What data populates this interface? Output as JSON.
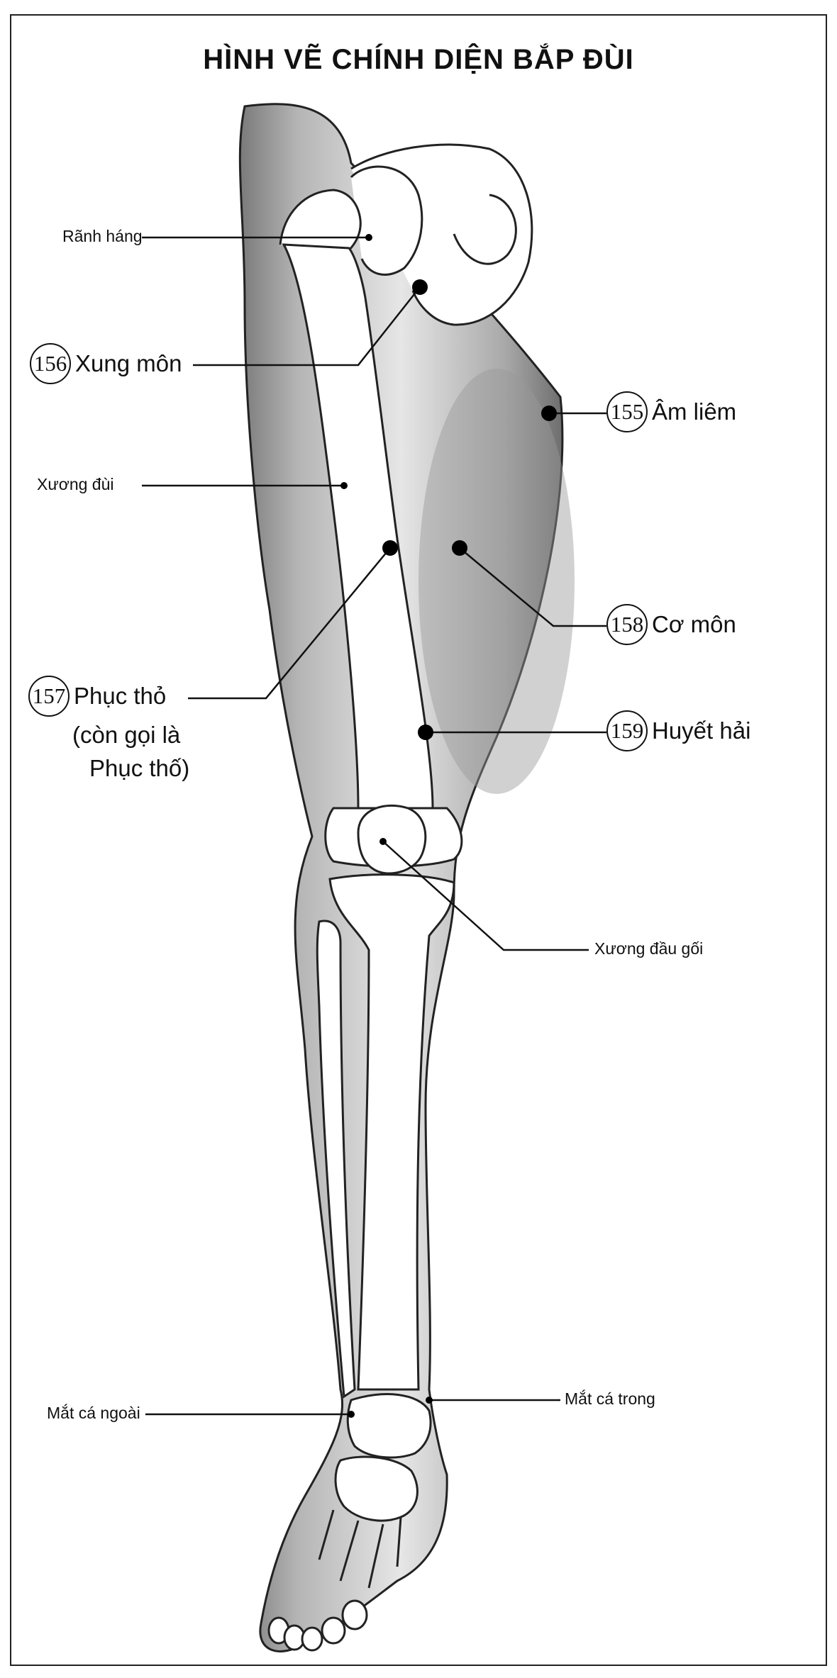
{
  "title": "HÌNH VẼ CHÍNH DIỆN BẮP ĐÙI",
  "labels": {
    "ranh_hang": "Rãnh háng",
    "xuong_dui": "Xương đùi",
    "xuong_dau_goi": "Xương đầu gối",
    "mat_ca_ngoai": "Mắt cá ngoài",
    "mat_ca_trong": "Mắt cá trong"
  },
  "points": {
    "p155": {
      "number": "155",
      "name": "Âm liêm"
    },
    "p156": {
      "number": "156",
      "name": "Xung môn"
    },
    "p157": {
      "number": "157",
      "name": "Phục thỏ",
      "note_line1": "(còn gọi là",
      "note_line2": "Phục thố)"
    },
    "p158": {
      "number": "158",
      "name": "Cơ môn"
    },
    "p159": {
      "number": "159",
      "name": "Huyết hải"
    }
  }
}
